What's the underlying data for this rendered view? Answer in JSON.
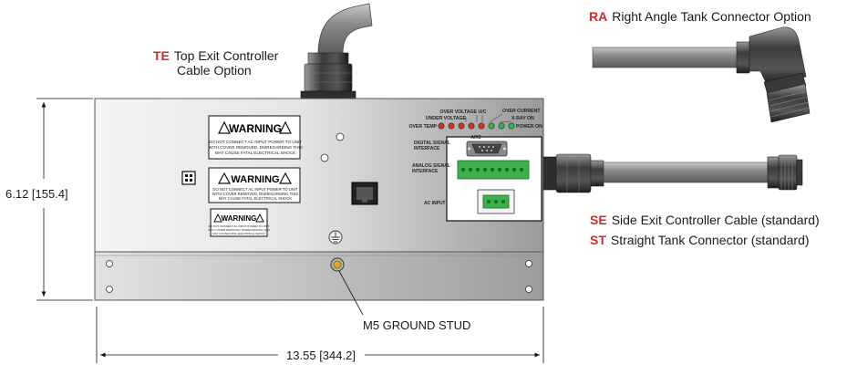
{
  "labels": {
    "te_code": "TE",
    "te_line1": "Top Exit Controller",
    "te_line2": "Cable Option",
    "ra_code": "RA",
    "ra_text": "Right Angle Tank Connector Option",
    "se_code": "SE",
    "se_text": "Side Exit Controller Cable (standard)",
    "st_code": "ST",
    "st_text": "Straight Tank Connector (standard)",
    "ground_stud": "M5 GROUND STUD",
    "height_dim": "6.12 [155.4]",
    "width_dim": "13.55 [344.2]"
  },
  "panel": {
    "over_voltage": "OVER VOLTAGE",
    "under_voltage": "UNDER VOLTAGE",
    "over_temp": "OVER TEMP",
    "arc": "ARC",
    "uc": "U/C",
    "over_current": "OVER CURRENT",
    "xray_on": "X-RAY ON",
    "power_on": "POWER ON",
    "digital_signal": "DIGITAL SIGNAL",
    "interface": "INTERFACE",
    "analog_signal": "ANALOG SIGNAL",
    "ac_input": "AC INPUT"
  },
  "warnings": {
    "title": "WARNING",
    "line1": "DO NOT CONNECT AC INPUT POWER TO UNIT",
    "line2": "WITH COVER REMOVED. DISREGARDING THIS",
    "line3": "MAY CAUSE FATAL ELECTRICAL SHOCK"
  },
  "colors": {
    "code_red": "#d22a2a",
    "led_red": "#d0302a",
    "led_green": "#2fb34a",
    "terminal_green": "#3cb24c"
  }
}
